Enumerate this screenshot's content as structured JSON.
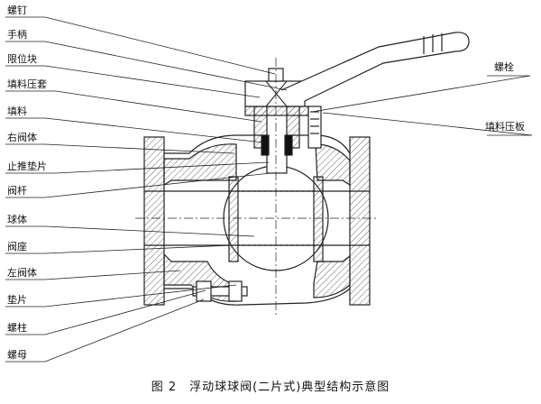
{
  "labels": {
    "screw": "螺钉",
    "handle": "手柄",
    "stop_block": "限位块",
    "gland_sleeve": "填料压套",
    "packing": "填料",
    "right_body": "右阀体",
    "thrust_washer": "止推垫片",
    "stem": "阀杆",
    "ball": "球体",
    "seat": "阀座",
    "left_body": "左阀体",
    "gasket": "垫片",
    "stud": "螺柱",
    "nut": "螺母",
    "bolt": "螺栓",
    "gland_plate": "填料压板"
  },
  "caption": {
    "figure_number": "图 2",
    "title": "浮动球球阀(二片式)典型结构示意图"
  },
  "colors": {
    "line": "#222222",
    "hatch": "#444444",
    "background": "#ffffff"
  }
}
